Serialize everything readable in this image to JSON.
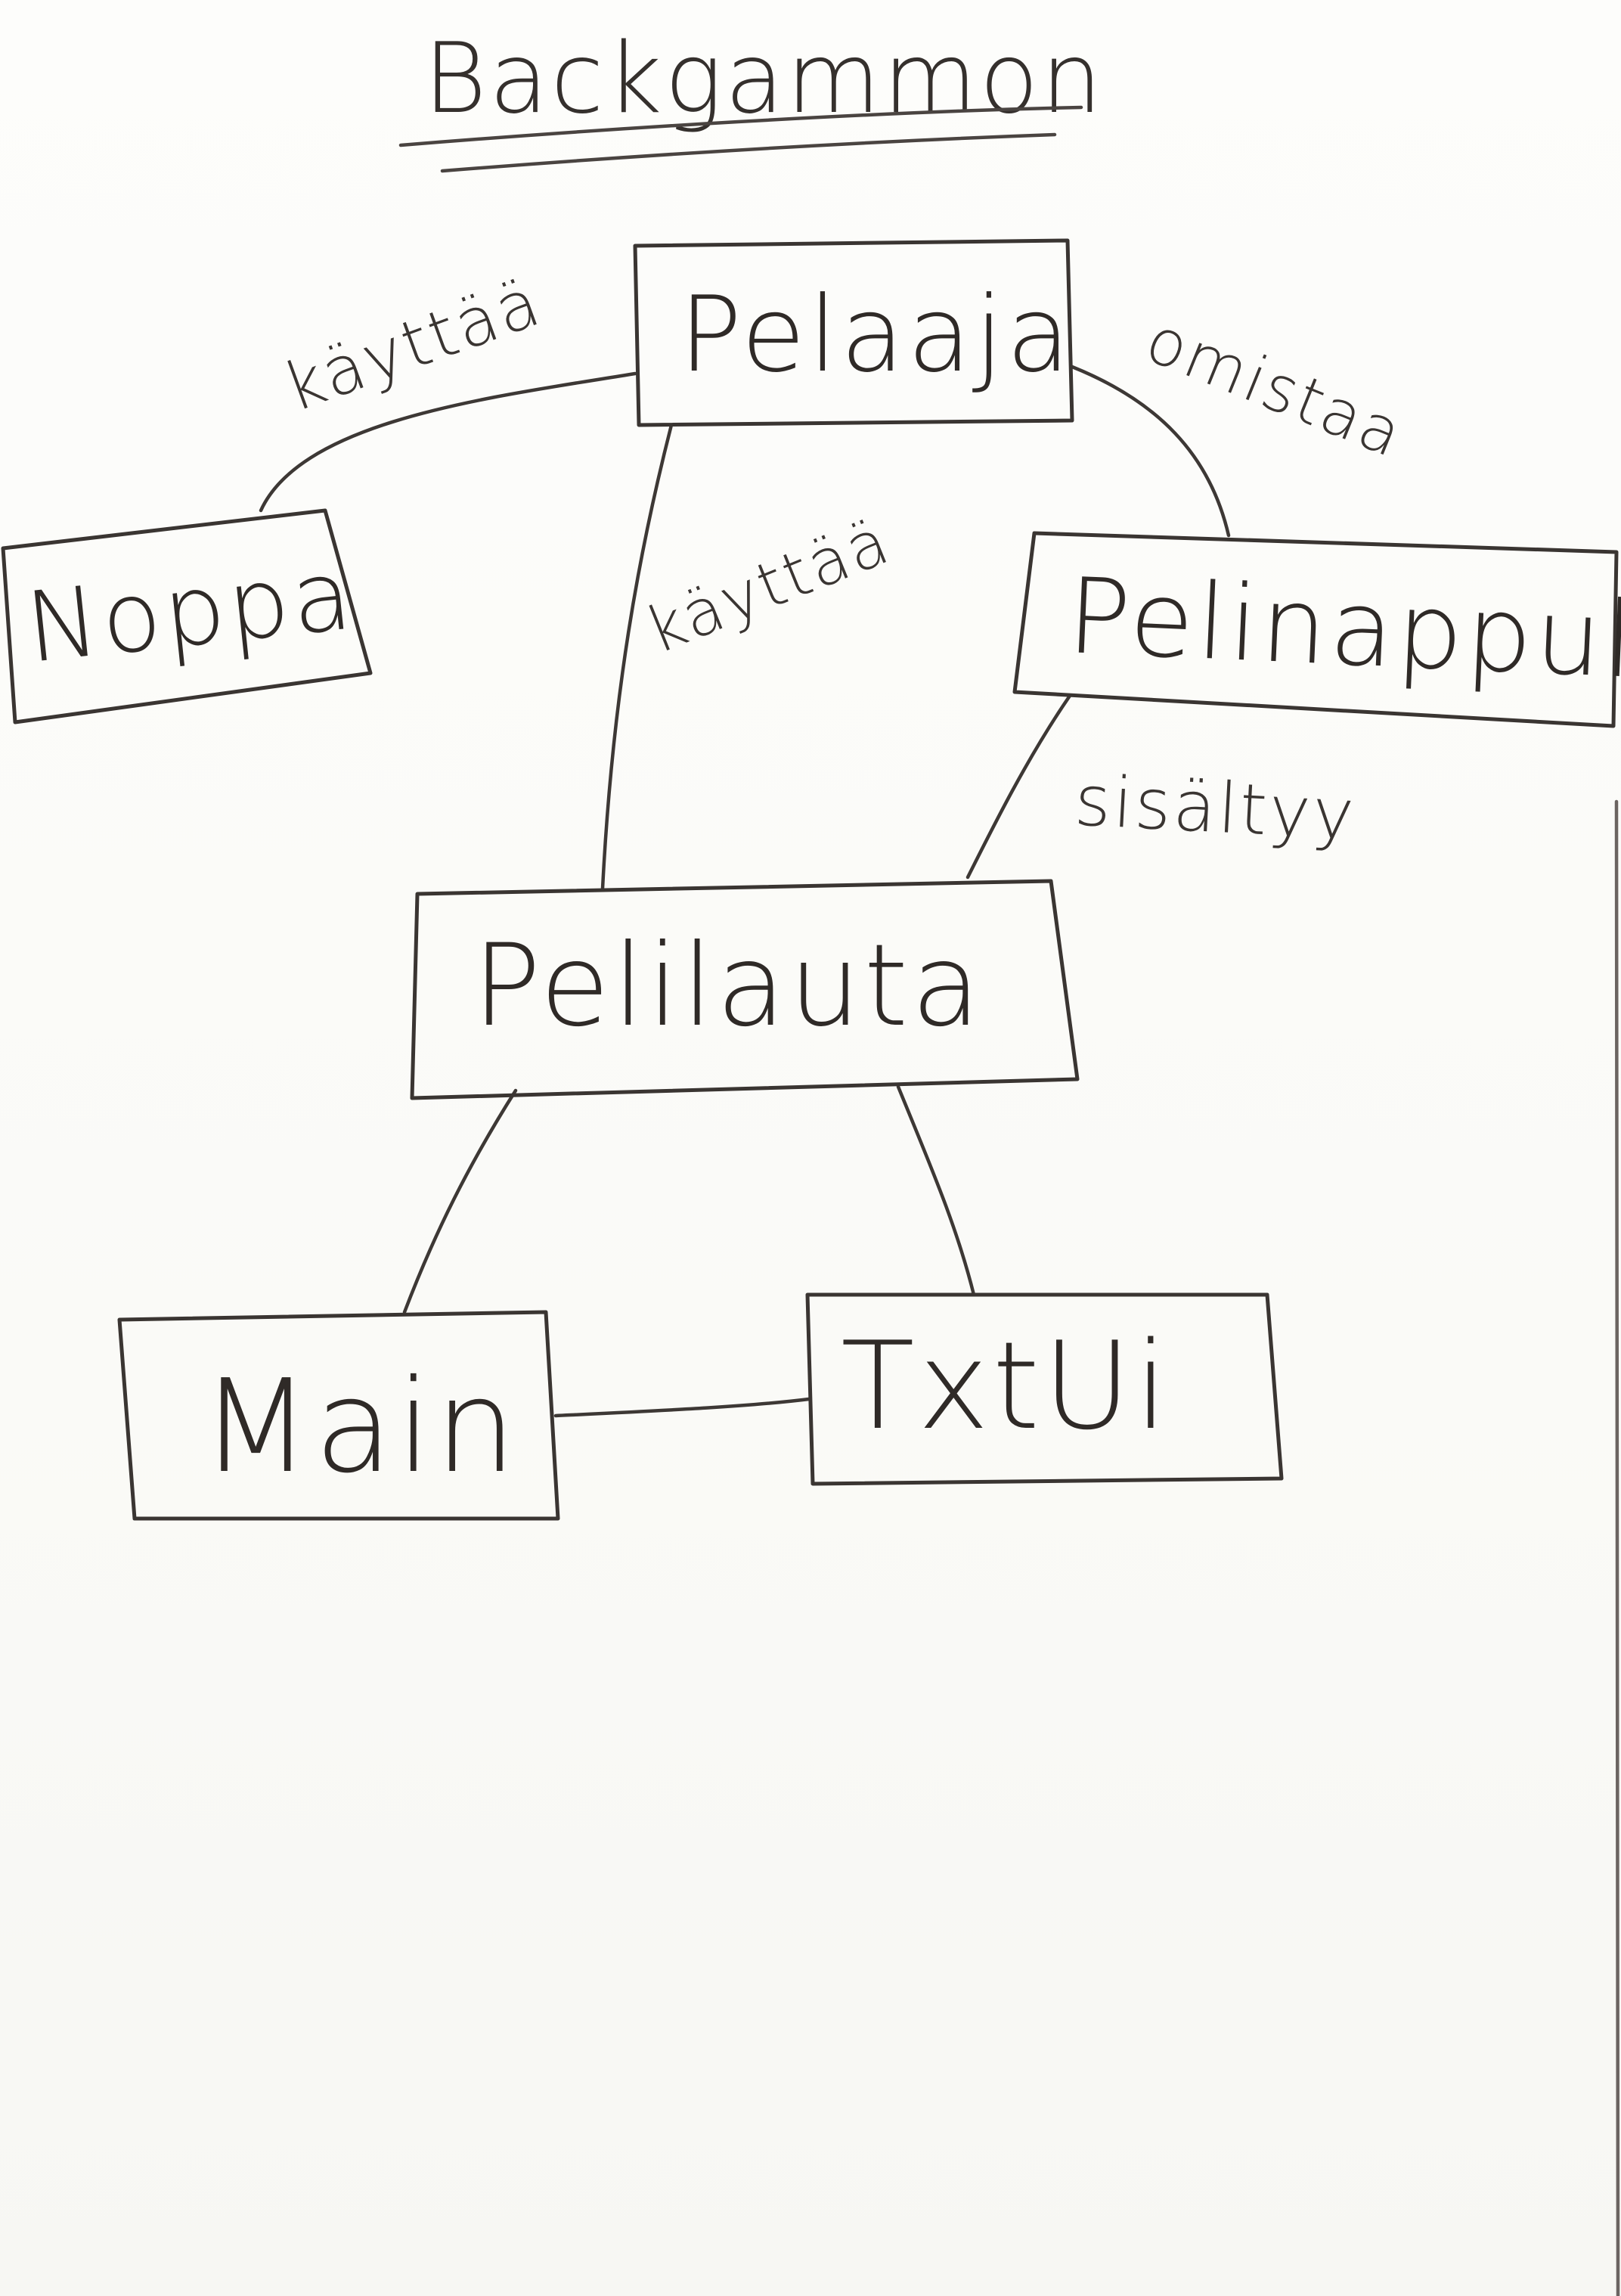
{
  "title": "Backgammon",
  "nodes": {
    "pelaaja": "Pelaaja",
    "noppa": "Noppa",
    "pelinappula": "Pelinappula",
    "pelilauta": "Pelilauta",
    "main": "Main",
    "txtui": "TxtUi"
  },
  "edges": {
    "pelaaja_noppa": "käyttää",
    "pelaaja_pelilauta": "käyttää",
    "pelaaja_pelinappula": "omistaa",
    "pelinappula_pelilauta": "sisältyy"
  }
}
